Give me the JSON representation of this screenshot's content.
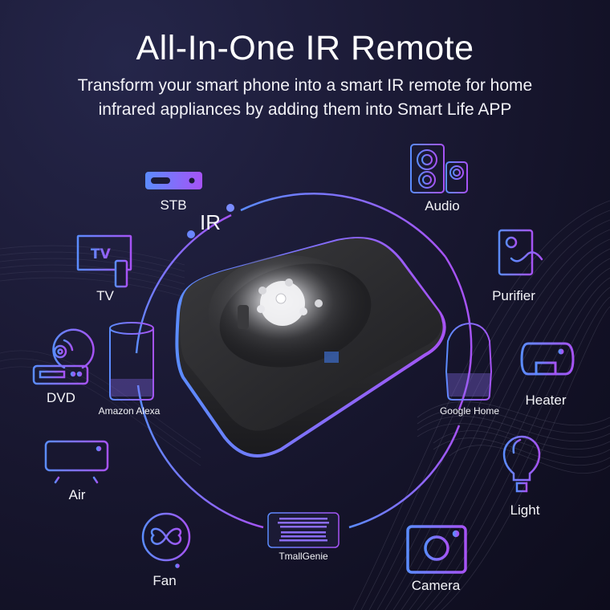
{
  "header": {
    "title": "All-In-One IR Remote",
    "subtitle_line1": "Transform your smart phone into a smart IR remote for home",
    "subtitle_line2": "infrared appliances by adding them into Smart Life APP"
  },
  "center": {
    "ir_label": "IR",
    "device": "IR remote hub (black rounded square)"
  },
  "appliances": [
    {
      "id": "stb",
      "label": "STB",
      "icon": "router-stb-icon"
    },
    {
      "id": "audio",
      "label": "Audio",
      "icon": "speaker-icon"
    },
    {
      "id": "tv",
      "label": "TV",
      "icon": "tv-remote-icon"
    },
    {
      "id": "purifier",
      "label": "Purifier",
      "icon": "purifier-icon"
    },
    {
      "id": "dvd",
      "label": "DVD",
      "icon": "dvd-player-icon"
    },
    {
      "id": "heater",
      "label": "Heater",
      "icon": "water-heater-icon"
    },
    {
      "id": "air",
      "label": "Air",
      "icon": "air-conditioner-icon"
    },
    {
      "id": "light",
      "label": "Light",
      "icon": "light-bulb-icon"
    },
    {
      "id": "fan",
      "label": "Fan",
      "icon": "fan-icon"
    },
    {
      "id": "camera",
      "label": "Camera",
      "icon": "camera-icon"
    }
  ],
  "voice_assistants": [
    {
      "id": "alexa",
      "label": "Amazon Alexa",
      "icon": "smart-speaker-icon"
    },
    {
      "id": "google",
      "label": "Google Home",
      "icon": "google-home-icon"
    },
    {
      "id": "tmall",
      "label": "TmallGenie",
      "icon": "tmall-genie-icon"
    }
  ],
  "colors": {
    "gradient_start": "#5b8cff",
    "gradient_end": "#a653f5",
    "background": "#15142b",
    "text": "#ffffff"
  }
}
